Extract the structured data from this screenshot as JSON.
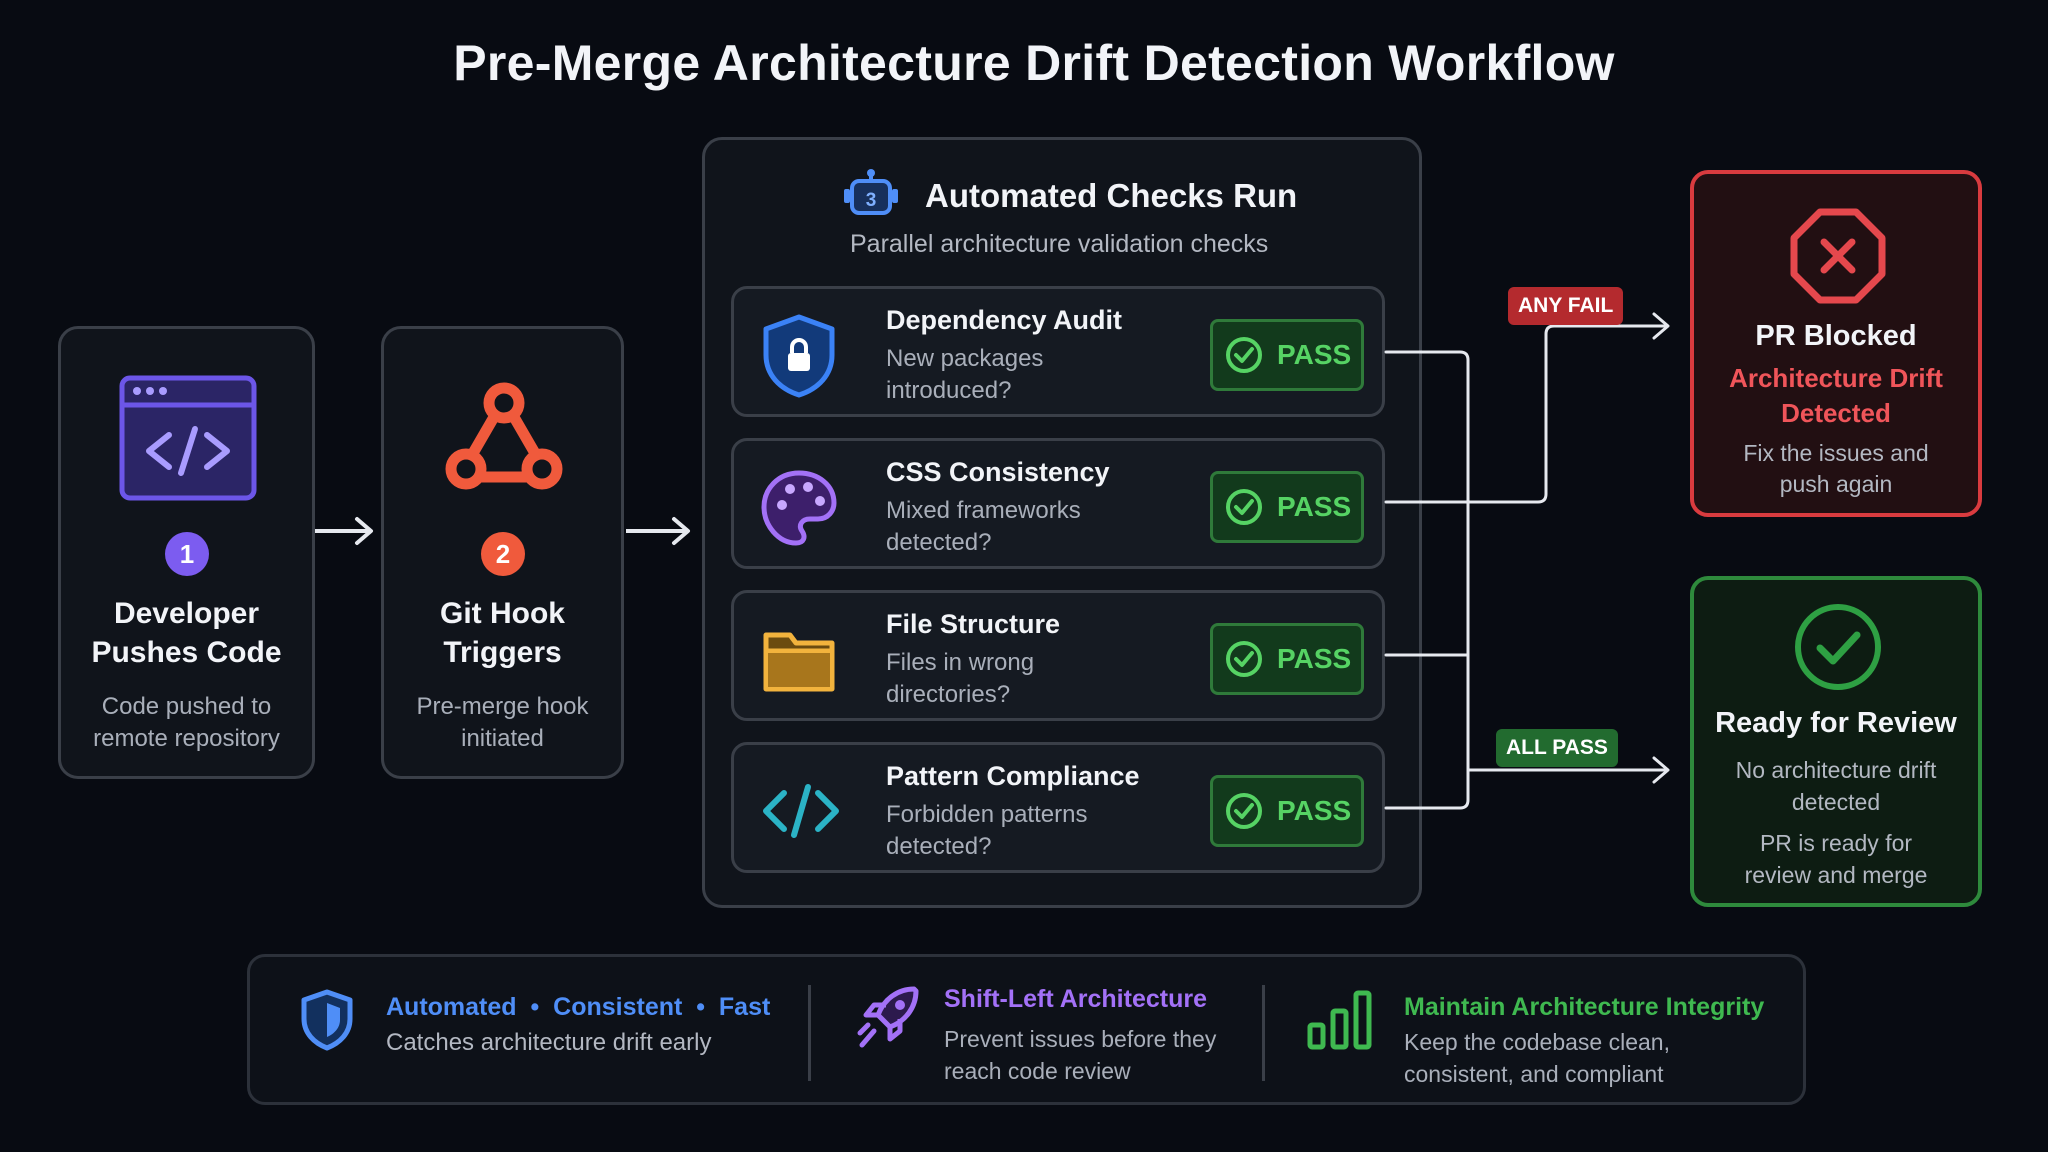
{
  "title": "Pre-Merge Architecture Drift Detection Workflow",
  "steps": [
    {
      "number": "1",
      "title_line1": "Developer",
      "title_line2": "Pushes Code",
      "desc_line1": "Code pushed to",
      "desc_line2": "remote repository",
      "icon": "code-window-icon",
      "color": "#7c5cf0"
    },
    {
      "number": "2",
      "title_line1": "Git Hook",
      "title_line2": "Triggers",
      "desc_line1": "Pre-merge hook",
      "desc_line2": "initiated",
      "icon": "webhook-icon",
      "color": "#f05a3c"
    }
  ],
  "checks_panel": {
    "number": "3",
    "title": "Automated Checks Run",
    "subtitle": "Parallel architecture validation checks",
    "icon": "robot-icon",
    "checks": [
      {
        "title": "Dependency Audit",
        "desc_line1": "New packages",
        "desc_line2": "introduced?",
        "status": "PASS",
        "icon": "shield-lock-icon"
      },
      {
        "title": "CSS Consistency",
        "desc_line1": "Mixed frameworks",
        "desc_line2": "detected?",
        "status": "PASS",
        "icon": "palette-icon"
      },
      {
        "title": "File Structure",
        "desc_line1": "Files in wrong",
        "desc_line2": "directories?",
        "status": "PASS",
        "icon": "folder-icon"
      },
      {
        "title": "Pattern Compliance",
        "desc_line1": "Forbidden patterns",
        "desc_line2": "detected?",
        "status": "PASS",
        "icon": "code-brackets-icon"
      }
    ]
  },
  "badges": {
    "fail": "ANY FAIL",
    "pass": "ALL PASS"
  },
  "outcomes": {
    "blocked": {
      "title": "PR Blocked",
      "subtitle_line1": "Architecture Drift",
      "subtitle_line2": "Detected",
      "desc_line1": "Fix the issues and",
      "desc_line2": "push again",
      "icon": "x-octagon-icon",
      "color": "#e5484d"
    },
    "ready": {
      "title": "Ready for Review",
      "desc1_line1": "No architecture drift",
      "desc1_line2": "detected",
      "desc2_line1": "PR is ready for",
      "desc2_line2": "review and merge",
      "icon": "check-circle-icon",
      "color": "#2ea043"
    }
  },
  "footer": {
    "col1": {
      "tag1": "Automated",
      "tag2": "Consistent",
      "tag3": "Fast",
      "sep": "•",
      "desc": "Catches architecture drift early",
      "icon": "shield-icon",
      "color": "#4f8ef7"
    },
    "col2": {
      "title": "Shift-Left Architecture",
      "desc_line1": "Prevent issues before they",
      "desc_line2": "reach code review",
      "icon": "rocket-icon",
      "color": "#a371f7"
    },
    "col3": {
      "title": "Maintain Architecture Integrity",
      "desc_line1": "Keep the codebase clean,",
      "desc_line2": "consistent, and compliant",
      "icon": "bar-chart-icon",
      "color": "#3fb950"
    }
  }
}
